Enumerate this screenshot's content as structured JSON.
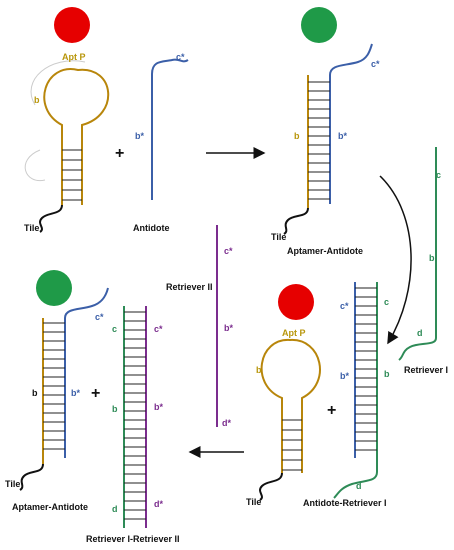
{
  "colors": {
    "aptamer": "#b8860b",
    "antidote": "#3b5fa8",
    "retriever_i": "#2e8b57",
    "retriever_ii": "#7b2d8e",
    "tile": "#111111",
    "red_particle": "#e60000",
    "green_particle": "#1f9a48",
    "label_olive": "#b8960b"
  },
  "labels": {
    "apt_p_top": "Apt P",
    "apt_p_bottom": "Apt P",
    "antidote": "Antidote",
    "aptamer_antidote_top": "Aptamer-Antidote",
    "aptamer_antidote_bottom": "Aptamer-Antidote",
    "retriever_i": "Retriever I",
    "retriever_ii": "Retriever II",
    "antidote_retriever_i": "Antidote-Retriever I",
    "retriever_i_retriever_ii": "Retriever I-Retriever II",
    "tile_1": "Tile",
    "tile_2": "Tile",
    "tile_3": "Tile",
    "tile_4": "Tile"
  },
  "domains": {
    "b": "b",
    "b_star": "b*",
    "c": "c",
    "c_star": "c*",
    "d": "d",
    "d_star": "d*"
  },
  "symbols": {
    "plus": "+"
  }
}
